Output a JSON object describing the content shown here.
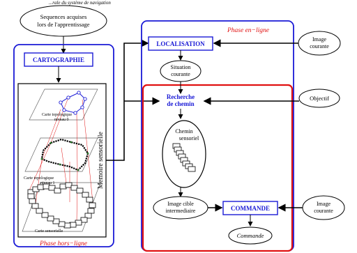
{
  "title_fragment": "...rale du système de navigation",
  "start_node": [
    "Sequences  acquises",
    "lors de l'apprentissage"
  ],
  "cartographie": "CARTOGRAPHIE",
  "memoire": "Memoire sensorielle",
  "level0": [
    "Carte topologique",
    "niveau 0"
  ],
  "level1": [
    "Carte topologique",
    "niveau 1"
  ],
  "sensor_map": "Carte sensorielle",
  "phase_offline": "Phase hors−ligne",
  "phase_online": "Phase en−ligne",
  "localisation": "LOCALISATION",
  "image_courante_top": [
    "Image",
    "courante"
  ],
  "situation": [
    "Situation",
    "courante"
  ],
  "recherche": [
    "Recherche",
    "de chemin"
  ],
  "objectif": "Objectif",
  "chemin": [
    "Chemin",
    "sensoriel"
  ],
  "image_cible": [
    "Image cible",
    "intermediaire"
  ],
  "commande_box": "COMMANDE",
  "image_courante_bottom": [
    "Image",
    "courante"
  ],
  "commande_out": "Commande",
  "colors": {
    "blue": "#1a1ad6",
    "red": "#e01010",
    "black": "#000000"
  }
}
